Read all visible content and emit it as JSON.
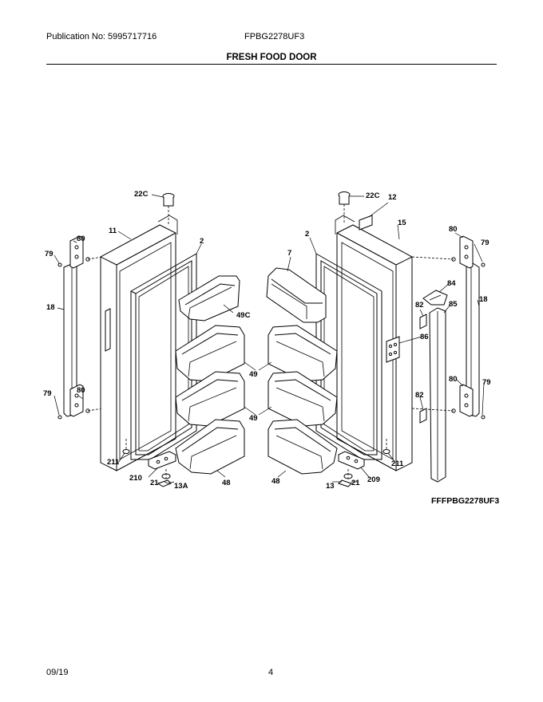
{
  "header": {
    "publication": "Publication No: 5995717716",
    "model": "FPBG2278UF3",
    "section_title": "FRESH FOOD DOOR"
  },
  "diagram": {
    "figure_id": "FFFPBG2278UF3",
    "part_labels": {
      "l_22c": "22C",
      "l_11": "11",
      "l_2": "2",
      "l_80a": "80",
      "l_79a": "79",
      "l_18": "18",
      "l_49c": "49C",
      "l_49a": "49",
      "l_49b": "49",
      "l_79b": "79",
      "l_80b": "80",
      "l_211": "211",
      "l_210": "210",
      "l_21": "21",
      "l_13a": "13A",
      "l_48": "48",
      "r_22c": "22C",
      "r_12": "12",
      "r_15": "15",
      "r_2": "2",
      "r_7": "7",
      "r_80a": "80",
      "r_79a": "79",
      "r_84": "84",
      "r_82a": "82",
      "r_85": "85",
      "r_18": "18",
      "r_86": "86",
      "r_80b": "80",
      "r_79b": "79",
      "r_82b": "82",
      "r_49a": "49",
      "r_49b": "49",
      "r_211": "211",
      "r_48": "48",
      "r_13": "13",
      "r_21": "21",
      "r_209": "209"
    }
  },
  "footer": {
    "date": "09/19",
    "page": "4"
  }
}
